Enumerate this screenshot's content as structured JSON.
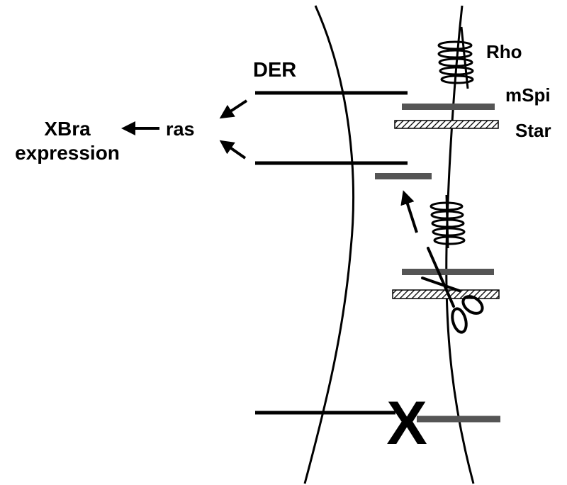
{
  "labels": {
    "der": "DER",
    "rho": "Rho",
    "mspi": "mSpi",
    "star": "Star",
    "ras": "ras",
    "xbra_line1": "XBra",
    "xbra_line2": "expression",
    "cross": "X"
  },
  "colors": {
    "ink": "#000000",
    "spitz_bar": "#555555",
    "star_hatch": "#000000",
    "background": "#ffffff"
  },
  "icons": [
    "scissors-icon",
    "rho-helix-icon",
    "arrow-icon"
  ]
}
